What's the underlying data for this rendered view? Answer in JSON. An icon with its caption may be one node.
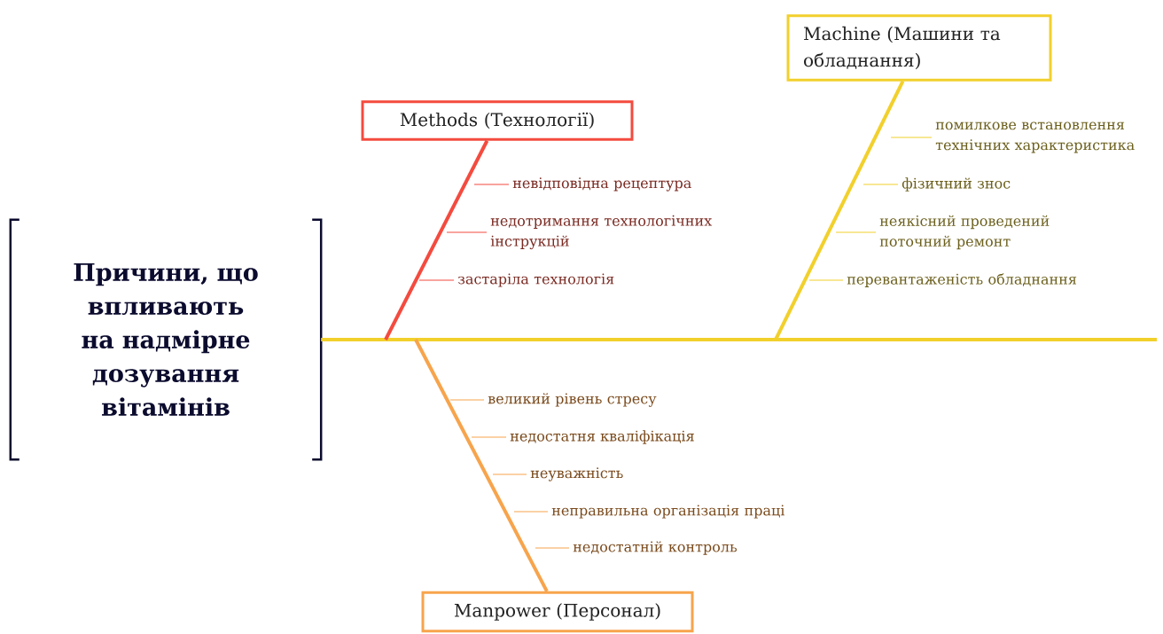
{
  "diagram": {
    "nodes": [
      {
        "text": [
          "Причини, що впливають на надмірне дозування вітамінів"
        ]
      },
      {
        "text": [
          "Methods (Технології)"
        ]
      },
      {
        "text": [
          "невідповідна рецептура"
        ]
      },
      {
        "text": [
          "недотримання технологічних інструкцій"
        ]
      },
      {
        "text": [
          "застаріла технологія"
        ]
      },
      {
        "text": [
          "Machine (Машини та обладнання)"
        ]
      },
      {
        "text": [
          "помилкове встановлення технічних характеристика"
        ]
      },
      {
        "text": [
          "фізичний знос"
        ]
      },
      {
        "text": [
          "неякісний проведений поточний ремонт"
        ]
      },
      {
        "text": [
          "перевантаженість обладнання"
        ]
      },
      {
        "text": [
          "Manpower (Персонал)"
        ]
      },
      {
        "text": [
          "великий рівень стресу"
        ]
      },
      {
        "text": [
          "недостатня кваліфікація"
        ]
      },
      {
        "text": [
          "неуважність"
        ]
      },
      {
        "text": [
          "неправильна організація праці"
        ]
      },
      {
        "text": [
          "недостатній контроль"
        ]
      }
    ],
    "edges": [
      {
        "from": 0,
        "to": null,
        "arrow": "none",
        "style": "thick",
        "color": "#f2d02c"
      },
      {
        "from": 1,
        "to": null,
        "arrow": "none",
        "style": "thick",
        "color": "#f44b3f"
      },
      {
        "from": 2,
        "to": null,
        "arrow": "none",
        "color": "#f44b3f"
      },
      {
        "from": 3,
        "to": null,
        "arrow": "none",
        "color": "#f44b3f"
      },
      {
        "from": 4,
        "to": null,
        "arrow": "none",
        "color": "#f44b3f"
      },
      {
        "from": 5,
        "to": null,
        "arrow": "none",
        "style": "thick",
        "color": "#f2d02c"
      },
      {
        "from": 6,
        "to": null,
        "arrow": "none",
        "color": "#f2d02c"
      },
      {
        "from": 7,
        "to": null,
        "arrow": "none",
        "color": "#f2d02c"
      },
      {
        "from": 8,
        "to": null,
        "arrow": "none",
        "color": "#f2d02c"
      },
      {
        "from": 9,
        "to": null,
        "arrow": "none",
        "color": "#f2d02c"
      },
      {
        "from": 10,
        "to": null,
        "arrow": "none",
        "style": "thick",
        "color": "#f7a44c"
      },
      {
        "from": 11,
        "to": null,
        "arrow": "none",
        "color": "#f7a44c"
      },
      {
        "from": 12,
        "to": null,
        "arrow": "none",
        "color": "#f7a44c"
      },
      {
        "from": 13,
        "to": null,
        "arrow": "none",
        "color": "#f7a44c"
      },
      {
        "from": 14,
        "to": null,
        "arrow": "none",
        "color": "#f7a44c"
      },
      {
        "from": 15,
        "to": null,
        "arrow": "none",
        "color": "#f7a44c"
      }
    ]
  }
}
